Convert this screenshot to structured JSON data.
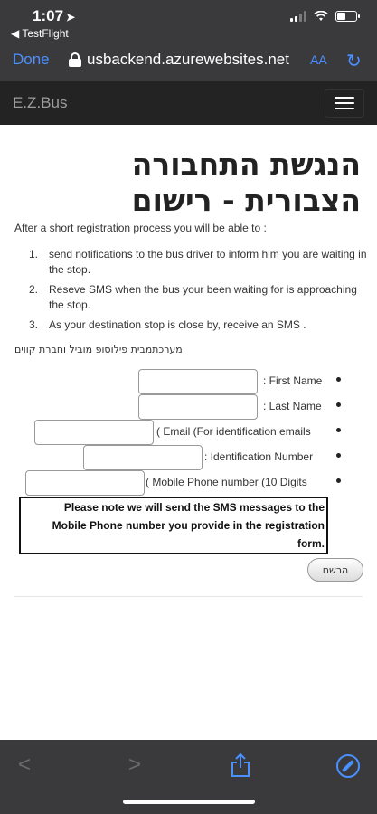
{
  "status_bar": {
    "time": "1:07",
    "back_app": "◀ TestFlight"
  },
  "browser": {
    "done_label": "Done",
    "url": "usbackend.azurewebsites.net",
    "text_size_label": "AA"
  },
  "navbar": {
    "brand": "E.Z.Bus"
  },
  "page": {
    "title": "הנגשת התחבורה הצבורית - רישום",
    "intro": "After a short registration process you will be able to :",
    "benefits": [
      "send notifications to the bus driver to inform him you are waiting in the stop.",
      "Reseve SMS when the bus your been waiting for is approaching the stop.",
      "As your destination stop is close by, receive an SMS ."
    ],
    "hebrew_subtitle": "מערכתמבית פילוסופ מוביל וחברת קווים"
  },
  "form": {
    "first_name_label": ": First Name",
    "last_name_label": ": Last Name",
    "email_label": "( Email (For identification emails",
    "id_number_label": ": Identification Number",
    "mobile_label": "( Mobile Phone number (10 Digits",
    "first_name_value": "",
    "last_name_value": "",
    "email_value": "",
    "id_number_value": "",
    "mobile_value": ""
  },
  "note": {
    "line1": "Please note we will send the SMS messages to the",
    "line2": "Mobile Phone number you provide in the registration",
    "line3": ".form"
  },
  "register_button": "הרשם",
  "colors": {
    "browser_chrome": "#3a3a3c",
    "ios_blue": "#4a90ff",
    "navbar": "#232323"
  }
}
